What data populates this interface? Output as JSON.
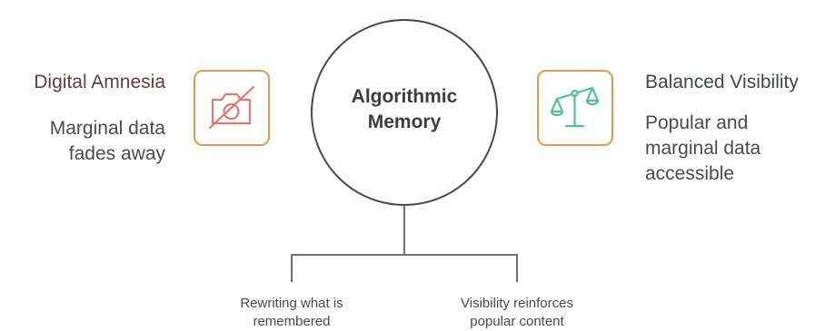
{
  "center": {
    "line1": "Algorithmic",
    "line2": "Memory"
  },
  "left": {
    "title": "Digital Amnesia",
    "desc_line1": "Marginal data",
    "desc_line2": "fades away",
    "icon": "camera-off-icon",
    "color": "#e07a6e"
  },
  "right": {
    "title": "Balanced Visibility",
    "desc_line1": "Popular and",
    "desc_line2": "marginal data",
    "desc_line3": "accessible",
    "icon": "scales-icon",
    "color": "#4fc28f"
  },
  "bottom": {
    "left_line1": "Rewriting what is",
    "left_line2": "remembered",
    "right_line1": "Visibility reinforces",
    "right_line2": "popular content"
  },
  "colors": {
    "icon_border": "#e39a4f",
    "connector": "#6f6f6f"
  }
}
